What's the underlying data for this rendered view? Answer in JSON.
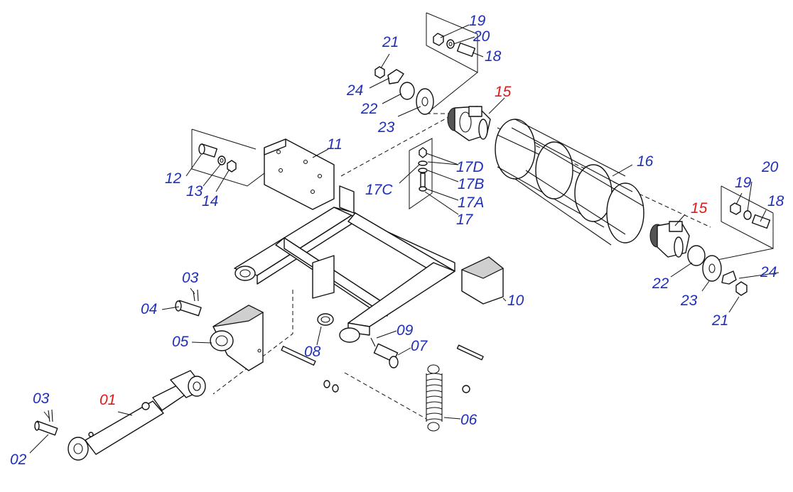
{
  "colors": {
    "label_default": "#1f2fb8",
    "label_highlight": "#e01818",
    "line": "#111111"
  },
  "labels": {
    "p01": {
      "text": "01",
      "color": "#e01818"
    },
    "p02": {
      "text": "02",
      "color": "#1f2fb8"
    },
    "p03a": {
      "text": "03",
      "color": "#1f2fb8"
    },
    "p03b": {
      "text": "03",
      "color": "#1f2fb8"
    },
    "p04": {
      "text": "04",
      "color": "#1f2fb8"
    },
    "p05": {
      "text": "05",
      "color": "#1f2fb8"
    },
    "p06": {
      "text": "06",
      "color": "#1f2fb8"
    },
    "p07": {
      "text": "07",
      "color": "#1f2fb8"
    },
    "p08": {
      "text": "08",
      "color": "#1f2fb8"
    },
    "p09": {
      "text": "09",
      "color": "#1f2fb8"
    },
    "p10": {
      "text": "10",
      "color": "#1f2fb8"
    },
    "p11": {
      "text": "11",
      "color": "#1f2fb8"
    },
    "p12": {
      "text": "12",
      "color": "#1f2fb8"
    },
    "p13": {
      "text": "13",
      "color": "#1f2fb8"
    },
    "p14": {
      "text": "14",
      "color": "#1f2fb8"
    },
    "p15a": {
      "text": "15",
      "color": "#e01818"
    },
    "p15b": {
      "text": "15",
      "color": "#e01818"
    },
    "p16": {
      "text": "16",
      "color": "#1f2fb8"
    },
    "p17": {
      "text": "17",
      "color": "#1f2fb8"
    },
    "p17a": {
      "text": "17A",
      "color": "#1f2fb8"
    },
    "p17b": {
      "text": "17B",
      "color": "#1f2fb8"
    },
    "p17c": {
      "text": "17C",
      "color": "#1f2fb8"
    },
    "p17d": {
      "text": "17D",
      "color": "#1f2fb8"
    },
    "p18a": {
      "text": "18",
      "color": "#1f2fb8"
    },
    "p18b": {
      "text": "18",
      "color": "#1f2fb8"
    },
    "p19a": {
      "text": "19",
      "color": "#1f2fb8"
    },
    "p19b": {
      "text": "19",
      "color": "#1f2fb8"
    },
    "p20a": {
      "text": "20",
      "color": "#1f2fb8"
    },
    "p20b": {
      "text": "20",
      "color": "#1f2fb8"
    },
    "p21a": {
      "text": "21",
      "color": "#1f2fb8"
    },
    "p21b": {
      "text": "21",
      "color": "#1f2fb8"
    },
    "p22a": {
      "text": "22",
      "color": "#1f2fb8"
    },
    "p22b": {
      "text": "22",
      "color": "#1f2fb8"
    },
    "p23a": {
      "text": "23",
      "color": "#1f2fb8"
    },
    "p23b": {
      "text": "23",
      "color": "#1f2fb8"
    },
    "p24a": {
      "text": "24",
      "color": "#1f2fb8"
    },
    "p24b": {
      "text": "24",
      "color": "#1f2fb8"
    }
  }
}
